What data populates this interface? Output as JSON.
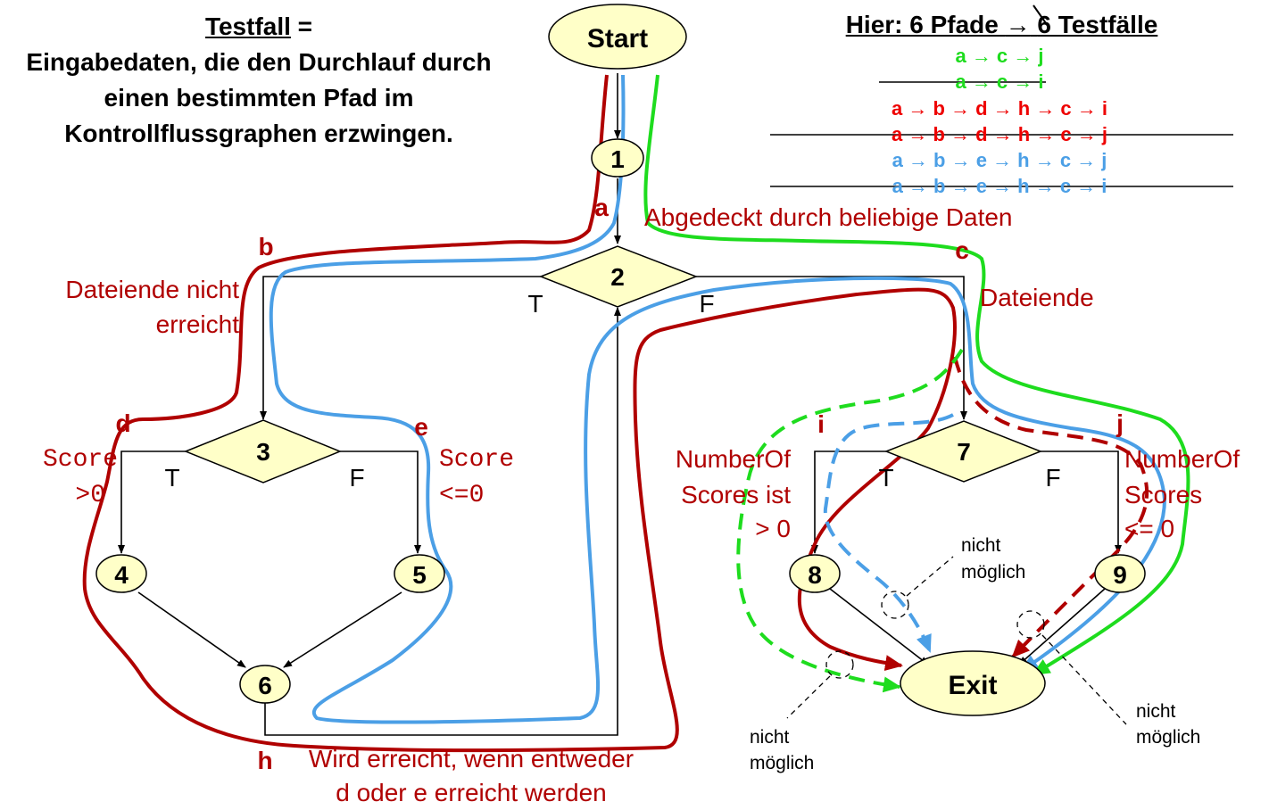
{
  "colors": {
    "red": "#b00000",
    "blue": "#4b9fe6",
    "green": "#1edc1e",
    "node_fill": "#ffffc8",
    "path_red": "#ee0000"
  },
  "definition": {
    "term": "Testfall",
    "equals": " =",
    "text": "Eingabedaten, die den Durchlauf durch einen bestimmten Pfad im Kontrollflussgraphen erzwingen."
  },
  "paths_header": {
    "prefix": "Hier: 6 Pfade ",
    "arrow": "→",
    "count_struck": "6",
    "suffix": " Testfälle"
  },
  "paths": [
    {
      "text": "a → c → j",
      "color": "green",
      "struck": false
    },
    {
      "text": "a → c → i",
      "color": "green",
      "struck": true
    },
    {
      "text": "a → b → d → h → c → i",
      "color": "red",
      "struck": false
    },
    {
      "text": "a → b → d → h → c → j",
      "color": "red",
      "struck": true
    },
    {
      "text": "a → b → e → h → c → j",
      "color": "blue",
      "struck": false
    },
    {
      "text": "a → b → e → h → c → i",
      "color": "blue",
      "struck": true
    }
  ],
  "nodes": {
    "start": "Start",
    "n1": "1",
    "n2": "2",
    "n3": "3",
    "n4": "4",
    "n5": "5",
    "n6": "6",
    "n7": "7",
    "n8": "8",
    "n9": "9",
    "exit": "Exit"
  },
  "branch_labels": {
    "t2": "T",
    "f2": "F",
    "t3": "T",
    "f3": "F",
    "t7": "T",
    "f7": "F"
  },
  "edge_letters": {
    "a": "a",
    "b": "b",
    "c": "c",
    "d": "d",
    "e": "e",
    "h": "h",
    "i": "i",
    "j": "j"
  },
  "annotations": {
    "abgedeckt": "Abgedeckt durch beliebige Daten",
    "dateiende_nicht_1": "Dateiende nicht",
    "dateiende_nicht_2": "erreicht",
    "dateiende": "Dateiende",
    "score_gt_1": "Score",
    "score_gt_2": ">0",
    "score_le_1": "Score",
    "score_le_2": "<=0",
    "nos_gt_1": "NumberOf",
    "nos_gt_2": "Scores ist",
    "nos_gt_3": "> 0",
    "nos_le_1": "NumberOf",
    "nos_le_2": "Scores",
    "nos_le_3": "<= 0",
    "h_note_1": "Wird erreicht, wenn entweder",
    "h_note_2": "d oder e erreicht werden",
    "nm1_a": "nicht",
    "nm1_b": "möglich",
    "nm2_a": "nicht",
    "nm2_b": "möglich",
    "nm3_a": "nicht",
    "nm3_b": "möglich"
  }
}
